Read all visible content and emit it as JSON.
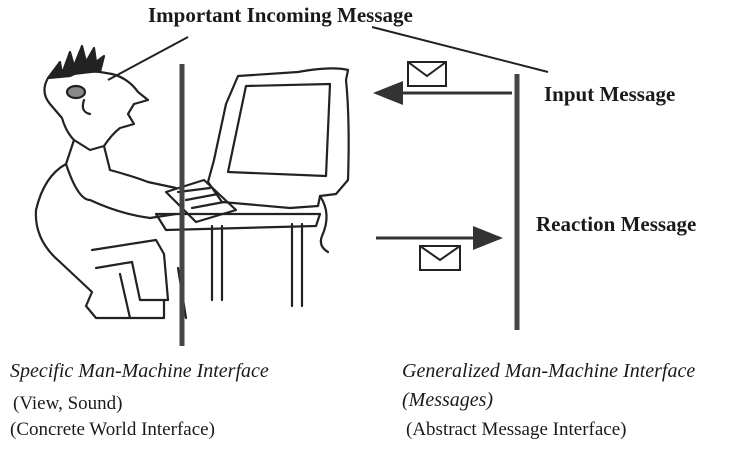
{
  "title": "Important Incoming Message",
  "labels": {
    "input_message": "Input Message",
    "reaction_message": "Reaction Message"
  },
  "specific_interface": {
    "title": "Specific Man-Machine Interface",
    "line1": "(View, Sound)",
    "line2": "(Concrete World Interface)"
  },
  "generalized_interface": {
    "title": "Generalized Man-Machine Interface",
    "line1": "(Messages)",
    "line2": "(Abstract Message Interface)"
  },
  "icons": [
    "person-at-computer-icon",
    "envelope-icon",
    "arrow-left-icon",
    "arrow-right-icon"
  ]
}
